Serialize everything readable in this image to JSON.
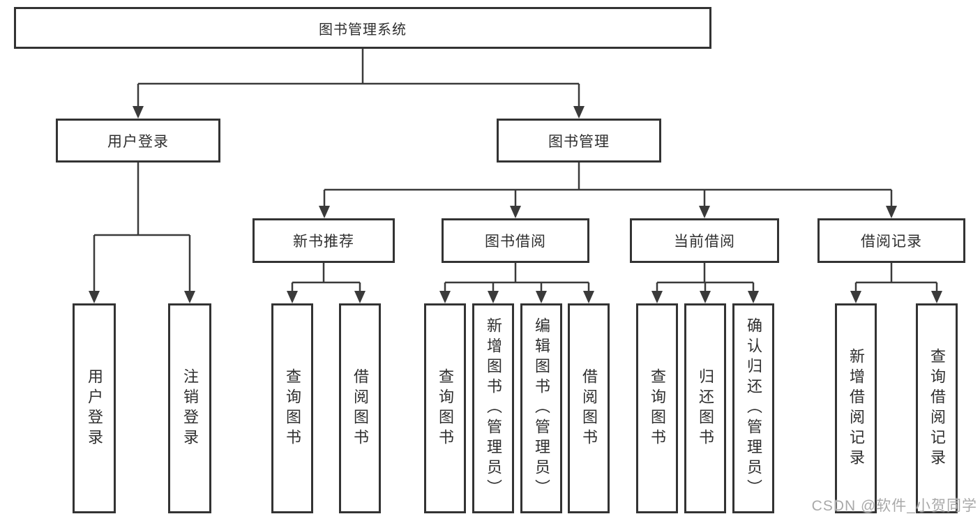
{
  "diagram": {
    "root": {
      "label": "图书管理系统"
    },
    "level2": [
      {
        "label": "用户登录"
      },
      {
        "label": "图书管理"
      }
    ],
    "level3": [
      {
        "label": "新书推荐"
      },
      {
        "label": "图书借阅"
      },
      {
        "label": "当前借阅"
      },
      {
        "label": "借阅记录"
      }
    ],
    "leaves": [
      {
        "label": "用户登录"
      },
      {
        "label": "注销登录"
      },
      {
        "label": "查询图书"
      },
      {
        "label": "借阅图书"
      },
      {
        "label": "查询图书"
      },
      {
        "label": "新增图书（管理员）"
      },
      {
        "label": "编辑图书（管理员）"
      },
      {
        "label": "借阅图书"
      },
      {
        "label": "查询图书"
      },
      {
        "label": "归还图书"
      },
      {
        "label": "确认归还（管理员）"
      },
      {
        "label": "新增借阅记录"
      },
      {
        "label": "查询借阅记录"
      }
    ]
  },
  "watermark": {
    "text": "CSDN @软件_小贺同学"
  },
  "colors": {
    "line": "#3a3a3a",
    "box_border": "#333333",
    "text": "#2f2f2f",
    "watermark": "#a9a9a9",
    "background": "#ffffff"
  }
}
